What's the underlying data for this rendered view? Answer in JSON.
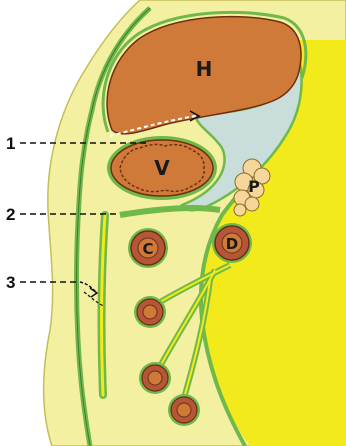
{
  "colors": {
    "background": "#ffffff",
    "abdominal_wall": "#f4f0a2",
    "wall_edge": "#c4be57",
    "retroperitoneum": "#f2ea1a",
    "peritoneum_line": "#6fb84a",
    "peritoneum_line_dark": "#3f7a2e",
    "lesser_sac": "#c9dedb",
    "organ_fill": "#d07a3a",
    "organ_outline": "#6e2f10",
    "organ_ring": "#b5563a",
    "pancreas_fill": "#f5d79c",
    "label_ink": "#111111"
  },
  "organs": {
    "h": "H",
    "v": "V",
    "p": "P",
    "c": "C",
    "d": "D"
  },
  "callouts": {
    "one": "1",
    "two": "2",
    "three": "3"
  }
}
